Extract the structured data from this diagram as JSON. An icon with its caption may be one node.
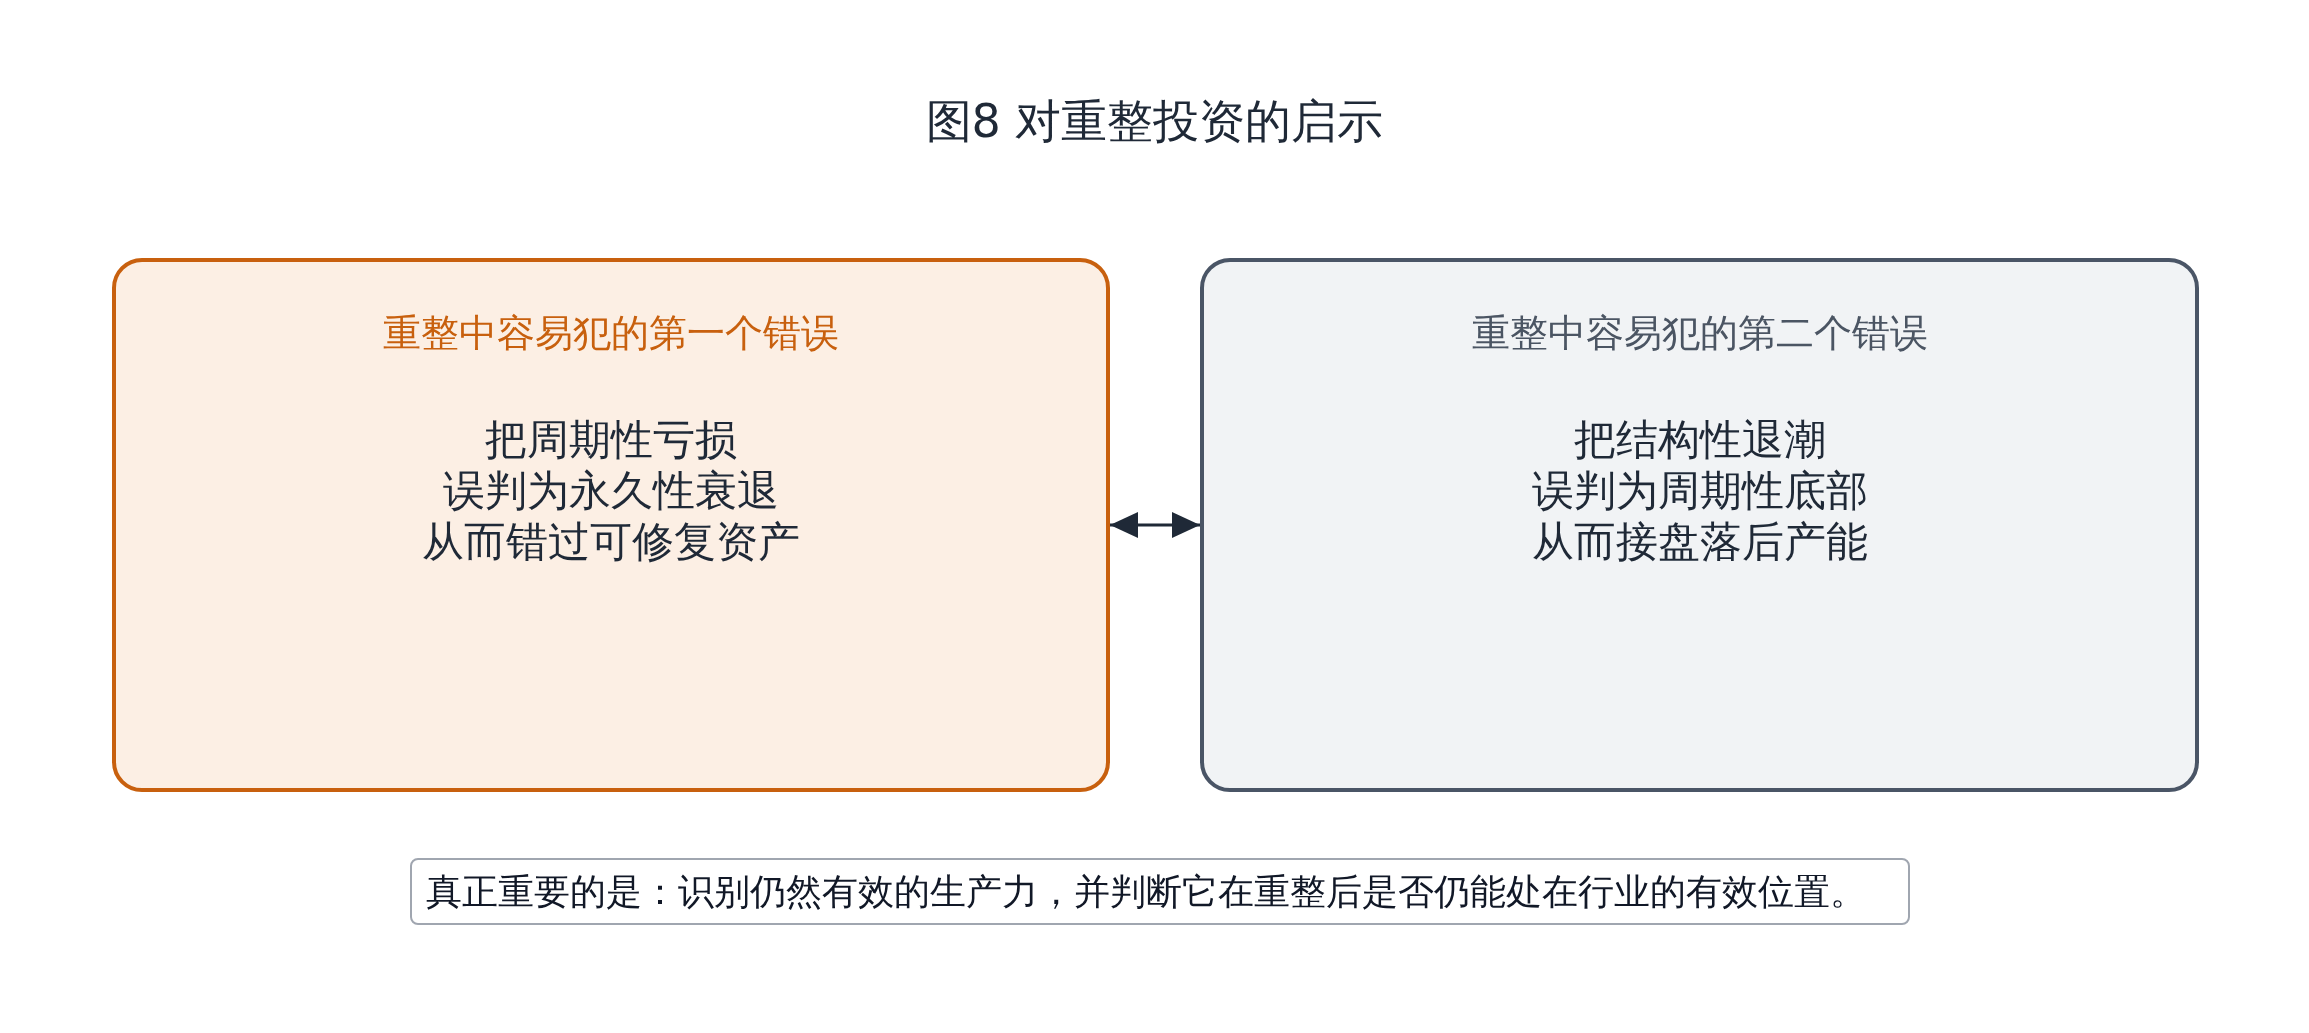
{
  "diagram": {
    "title": "图8 对重整投资的启示",
    "nodes": [
      {
        "text": [
          "重整中容易犯的第一个错误",
          "把周期性亏损误判为永久性衰退从而错过可修复资产"
        ]
      },
      {
        "text": [
          "重整中容易犯的第二个错误",
          "把结构性退潮误判为周期性底部从而接盘落后产能"
        ]
      },
      {
        "text": [
          "真正重要的是：识别仍然有效的生产力，并判断它在重整后是否仍能处在行业的有效位置。"
        ]
      }
    ],
    "edges": [
      {
        "from": 0,
        "to": 1,
        "arrow": "both"
      }
    ]
  }
}
